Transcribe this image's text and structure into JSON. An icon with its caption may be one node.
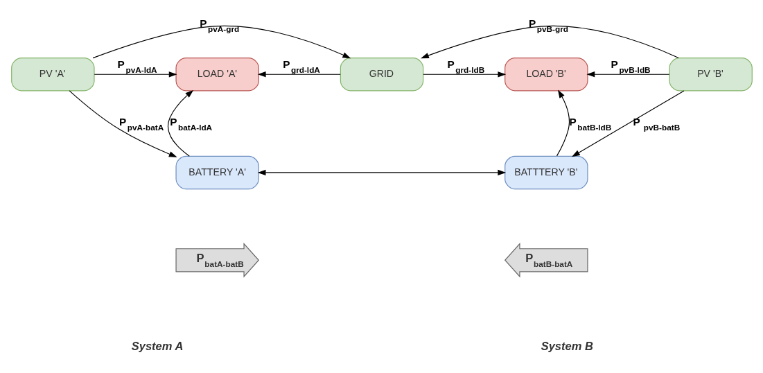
{
  "diagram": {
    "nodes": [
      {
        "text": [
          "PV 'A'"
        ]
      },
      {
        "text": [
          "LOAD 'A'"
        ]
      },
      {
        "text": [
          "GRID"
        ]
      },
      {
        "text": [
          "LOAD 'B'"
        ]
      },
      {
        "text": [
          "PV 'B'"
        ]
      },
      {
        "text": [
          "BATTERY 'A'"
        ]
      },
      {
        "text": [
          "BATTTERY 'B'"
        ]
      }
    ],
    "edges": [
      {
        "from": 0,
        "to": 2,
        "arrow": "to",
        "label": "P$_{pvA-grd}$"
      },
      {
        "from": 4,
        "to": 2,
        "arrow": "to",
        "label": "P$_{pvB-grd}$"
      },
      {
        "from": 0,
        "to": 1,
        "arrow": "to",
        "label": "P$_{pvA-ldA}$"
      },
      {
        "from": 2,
        "to": 1,
        "arrow": "to",
        "label": "P$_{grd-ldA}$"
      },
      {
        "from": 2,
        "to": 3,
        "arrow": "to",
        "label": "P$_{grd-ldB}$"
      },
      {
        "from": 4,
        "to": 3,
        "arrow": "to",
        "label": "P$_{pvB-ldB}$"
      },
      {
        "from": 0,
        "to": 5,
        "arrow": "to",
        "label": "P$_{pvA-batA}$"
      },
      {
        "from": 5,
        "to": 1,
        "arrow": "to",
        "label": "P$_{batA-ldA}$"
      },
      {
        "from": 4,
        "to": 6,
        "arrow": "to",
        "label": "P $_{pvB-batB}$"
      },
      {
        "from": 6,
        "to": 3,
        "arrow": "to",
        "label": "P$_{batB-ldB}$"
      },
      {
        "from": 5,
        "to": 6,
        "arrow": "both"
      }
    ],
    "labels": [
      "P$_{batA-batB}$",
      "P$_{batB-batA}$",
      "System A",
      "System B"
    ]
  }
}
